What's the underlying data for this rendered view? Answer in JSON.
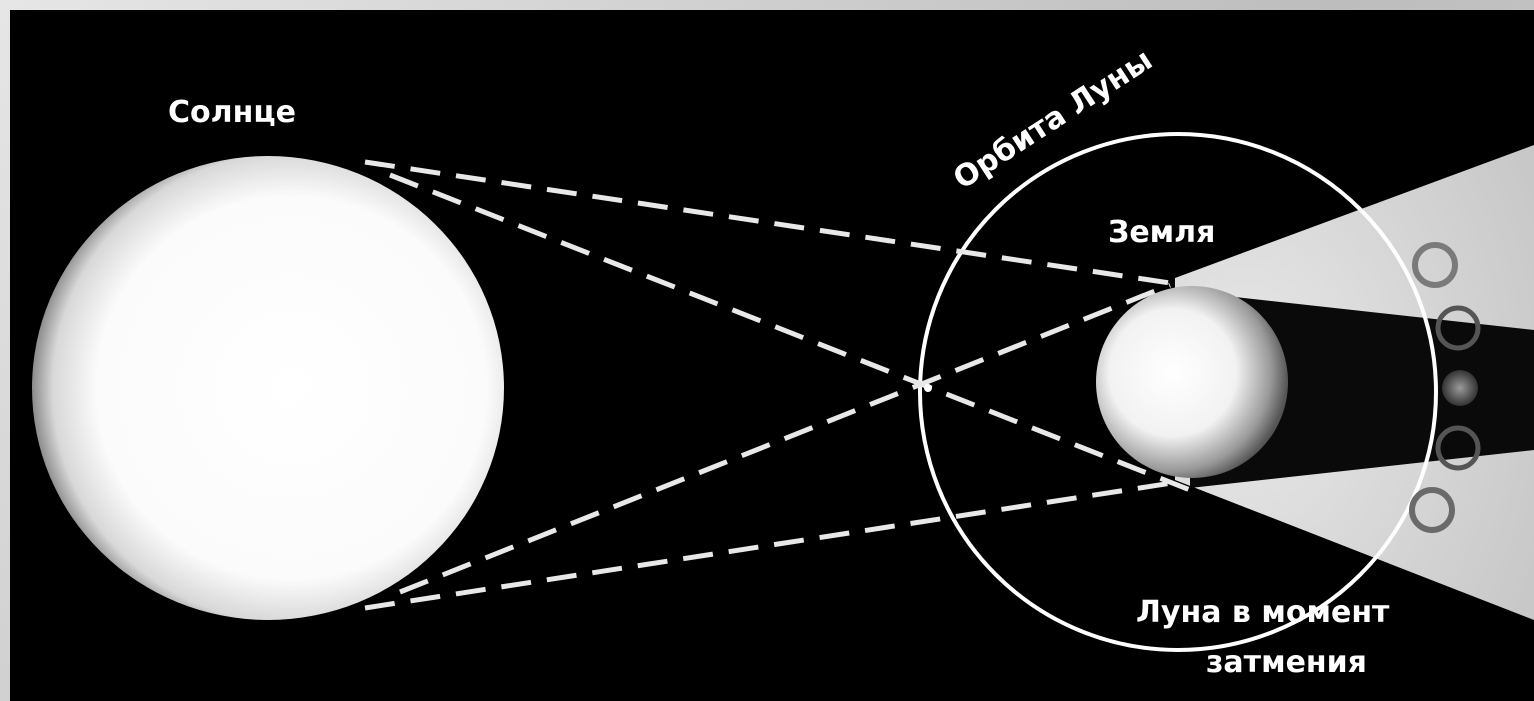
{
  "labels": {
    "sun": "Солнце",
    "moon_orbit": "Орбита Луны",
    "earth": "Земля",
    "moon_eclipse_line1": "Луна в момент",
    "moon_eclipse_line2": "затмения"
  },
  "colors": {
    "background": "#000000",
    "frame": "#cfcfcf",
    "bodies": "#ffffff",
    "shadow_light": "#d8d8d8"
  }
}
